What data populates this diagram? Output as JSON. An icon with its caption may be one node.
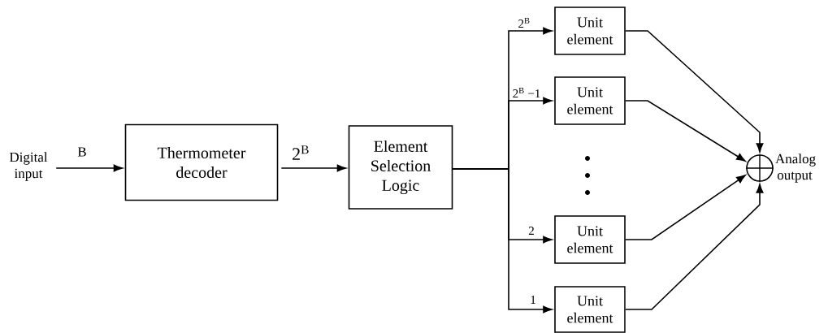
{
  "diagram": {
    "nodes": [
      {
        "text": [
          "Digital input"
        ]
      },
      {
        "text": [
          "Thermometer decoder"
        ]
      },
      {
        "text": [
          "Element Selection Logic"
        ]
      },
      {
        "text": [
          "Unit element"
        ]
      },
      {
        "text": [
          "Unit element"
        ]
      },
      {
        "text": [
          "Unit element"
        ]
      },
      {
        "text": [
          "Unit element"
        ]
      },
      {
        "text": [],
        "shape": "circle",
        "beside": [
          "Analog output"
        ]
      }
    ],
    "edges": [
      {
        "from": 0,
        "to": 1,
        "arrow": "to",
        "label": "B"
      },
      {
        "from": 1,
        "to": 2,
        "arrow": "to",
        "label": "2$^{B}$"
      },
      {
        "from": 2,
        "to": 3,
        "arrow": "to",
        "label": "2$^{B}$"
      },
      {
        "from": 2,
        "to": 4,
        "arrow": "to",
        "label": "2$^{B}$ −1"
      },
      {
        "from": 2,
        "to": 5,
        "arrow": "to",
        "label": "2"
      },
      {
        "from": 2,
        "to": 6,
        "arrow": "to",
        "label": "1"
      },
      {
        "from": 3,
        "to": 7,
        "arrow": "to"
      },
      {
        "from": 4,
        "to": 7,
        "arrow": "to"
      },
      {
        "from": 5,
        "to": 7,
        "arrow": "to"
      },
      {
        "from": 6,
        "to": 7,
        "arrow": "to"
      }
    ]
  }
}
